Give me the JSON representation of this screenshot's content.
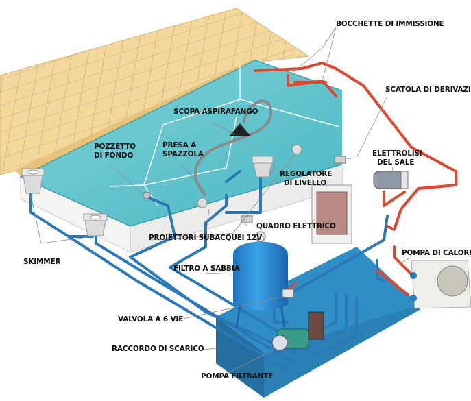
{
  "title": "Schema impianto piscina",
  "labels": {
    "bocchette": "BOCCHETTE DI IMMISSIONE",
    "scatola": "SCATOLA DI DERIVAZIONE",
    "scopa": "SCOPA ASPIRAFANGO",
    "pozzetto_1": "POZZETTO",
    "pozzetto_2": "DI FONDO",
    "presa_1": "PRESA A",
    "presa_2": "SPAZZOLA",
    "elettrolisi_1": "ELETTROLISI",
    "elettrolisi_2": "DEL SALE",
    "regolatore_1": "REGOLATORE",
    "regolatore_2": "DI LIVELLO",
    "quadro": "QUADRO ELETTRICO",
    "proiettori": "PROIETTORI SUBACQUEI 12V",
    "skimmer": "SKIMMER",
    "pompa_calore": "POMPA DI CALORE",
    "filtro": "FILTRO A SABBIA",
    "valvola": "VALVOLA A 6 VIE",
    "raccordo": "RACCORDO DI SCARICO",
    "pompa_filtrante": "POMPA FILTRANTE"
  },
  "colors": {
    "deck": "#f3d79b",
    "deck_edge": "#e6bc6e",
    "water": "#5cc3cc",
    "water_dark": "#3aa9b6",
    "pipe_blue": "#2a78b8",
    "pipe_red": "#e0452e",
    "platform": "#2f8fc4",
    "tank": "#2b8fd6",
    "leader": "#8c8c8c"
  }
}
